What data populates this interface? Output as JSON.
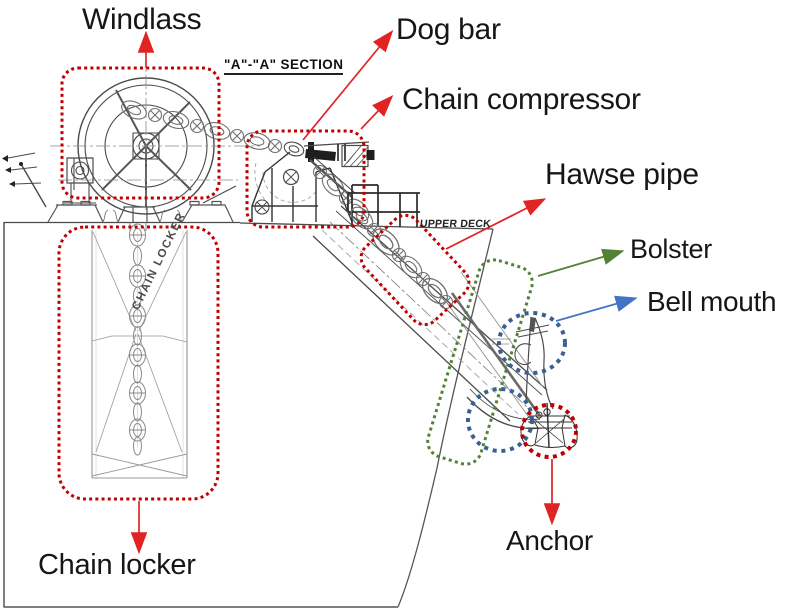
{
  "diagram": {
    "description": "Ship anchor handling arrangement section drawing",
    "parts": [
      {
        "id": "windlass",
        "label": "Windlass",
        "highlight": "red-dotted-rounded-rect",
        "arrow": "red-up"
      },
      {
        "id": "dog_bar",
        "label": "Dog bar",
        "highlight": "none",
        "arrow": "red-diagonal"
      },
      {
        "id": "chain_compressor",
        "label": "Chain compressor",
        "highlight": "red-dotted-rounded-rect",
        "arrow": "red-diagonal"
      },
      {
        "id": "hawse_pipe",
        "label": "Hawse pipe",
        "highlight": "red-dotted-rounded-rect-rotated",
        "arrow": "red-diagonal"
      },
      {
        "id": "bolster",
        "label": "Bolster",
        "highlight": "green-dotted-rounded-rect-rotated",
        "arrow": "green-diagonal"
      },
      {
        "id": "bell_mouth",
        "label": "Bell mouth",
        "highlight": "blue-dotted-circles",
        "arrow": "blue-diagonal"
      },
      {
        "id": "anchor",
        "label": "Anchor",
        "highlight": "red-dotted-circle",
        "arrow": "red-down"
      },
      {
        "id": "chain_locker",
        "label": "Chain locker",
        "highlight": "red-dotted-rounded-rect",
        "arrow": "red-down"
      }
    ],
    "drawing_texts": {
      "section_title": "\"A\"-\"A\" SECTION",
      "upper_deck": "UPPER DECK",
      "chain_locker_vertical": "CHAIN LOCKER"
    }
  },
  "colors": {
    "red_dotted": "#c00000",
    "red_arrow": "#e02424",
    "green": "#538135",
    "blue_arrow": "#4472c4",
    "blue_dotted": "#3a5f93",
    "label_text": "#161616",
    "line_art": "#4a4a4a"
  }
}
